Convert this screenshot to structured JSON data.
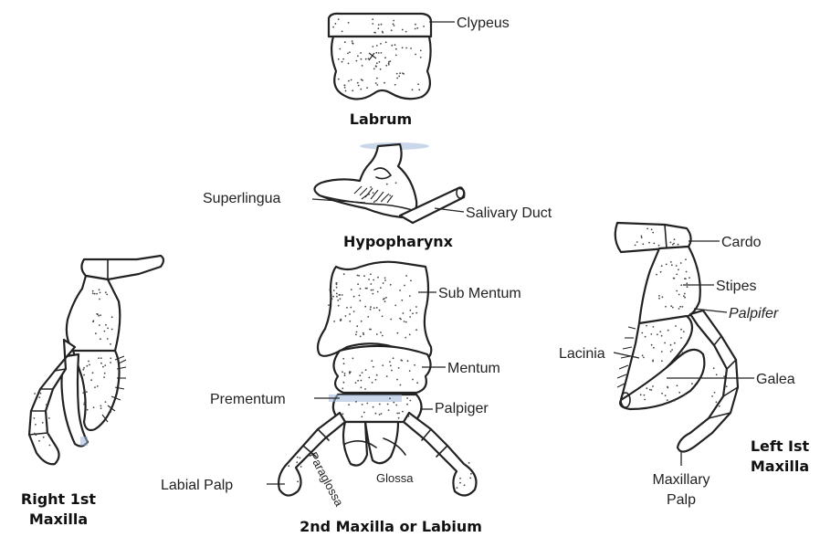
{
  "labels": {
    "clypeus": "Clypeus",
    "labrum": "Labrum",
    "superlingua": "Superlingua",
    "salivary_duct": "Salivary Duct",
    "hypopharynx": "Hypopharynx",
    "cardo": "Cardo",
    "stipes": "Stipes",
    "palpifer": "Palpifer",
    "lacinia": "Lacinia",
    "galea": "Galea",
    "maxillary_palp_line1": "Maxillary",
    "maxillary_palp_line2": "Palp",
    "left_maxilla_line1": "Left Ist",
    "left_maxilla_line2": "Maxilla",
    "right_maxilla_line1": "Right 1st",
    "right_maxilla_line2": "Maxilla",
    "sub_mentum": "Sub Mentum",
    "mentum": "Mentum",
    "prementum": "Prementum",
    "palpiger": "Palpiger",
    "labial_palp": "Labial Palp",
    "paraglossa": "Paraglossa",
    "glossa": "Glossa",
    "labium_title": "2nd Maxilla or Labium"
  }
}
